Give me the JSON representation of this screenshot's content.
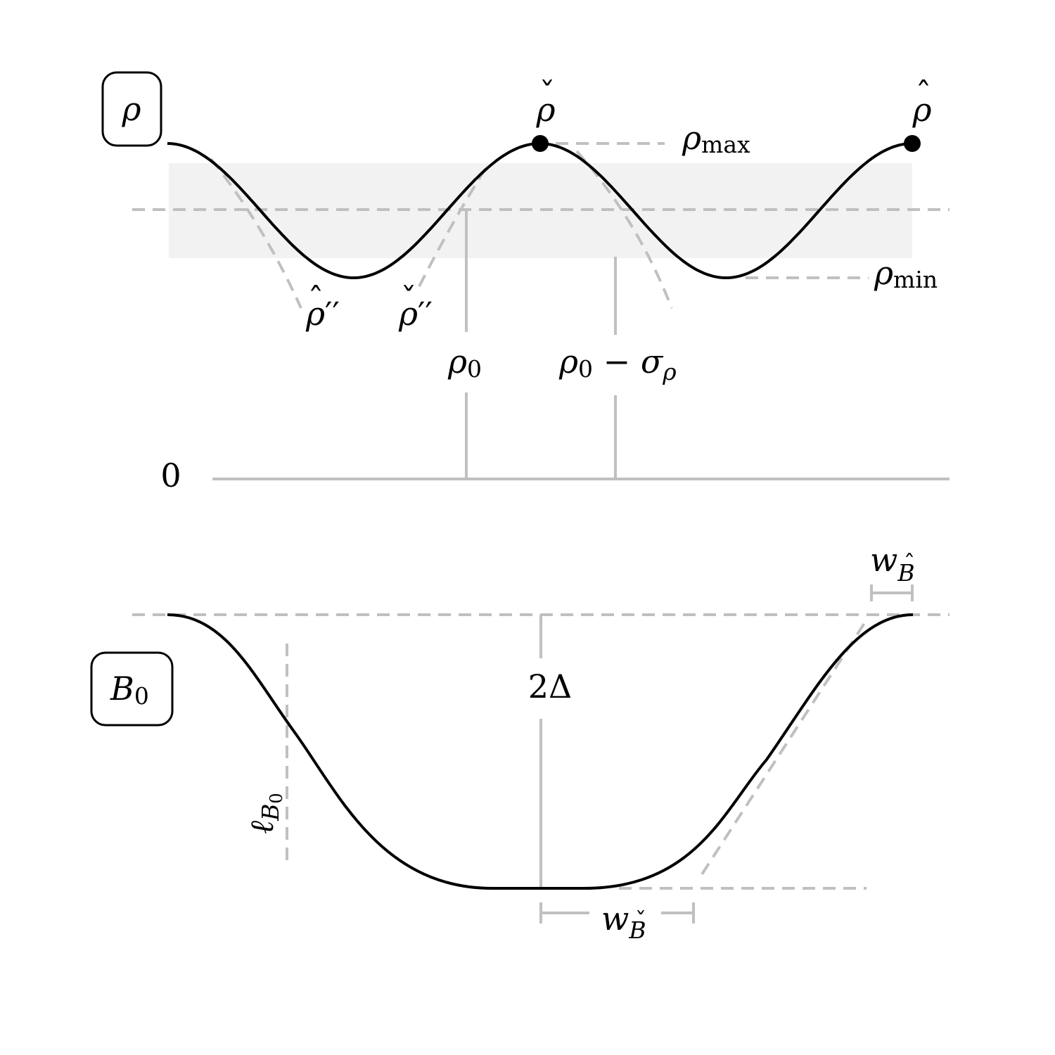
{
  "rho_panel": {
    "box_label": "ρ",
    "rho_check": "ρ",
    "rho_check_mark": "ˇ",
    "rho_hat": "ρ",
    "rho_hat_mark": "ˆ",
    "rho_max_main": "ρ",
    "rho_max_sub": "max",
    "rho_min_main": "ρ",
    "rho_min_sub": "min",
    "rho_hat_pp_main": "ρ",
    "rho_hat_pp_mark": "ˆ",
    "rho_hat_pp_prime": "′′",
    "rho_check_pp_main": "ρ",
    "rho_check_pp_mark": "ˇ",
    "rho_check_pp_prime": "′′",
    "rho0_main": "ρ",
    "rho0_sub": "0",
    "rho0s_main": "ρ",
    "rho0s_sub": "0",
    "rho0s_minus": " − ",
    "rho0s_sigma": "σ",
    "rho0s_sigma_sub": "ρ",
    "zero_label": "0"
  },
  "b_panel": {
    "box_main": "B",
    "box_sub": "0",
    "delta_label": "2Δ",
    "ell_main": "ℓ",
    "ell_sub_main": "B",
    "ell_sub_sub": "0",
    "w_hat_main": "w",
    "w_hat_sub": "B",
    "w_hat_mark": "ˆ",
    "w_check_main": "w",
    "w_check_sub": "B",
    "w_check_mark": "ˇ"
  },
  "colors": {
    "curve": "#000000",
    "guide": "#c0c0c0",
    "band": "#f2f2f2"
  }
}
